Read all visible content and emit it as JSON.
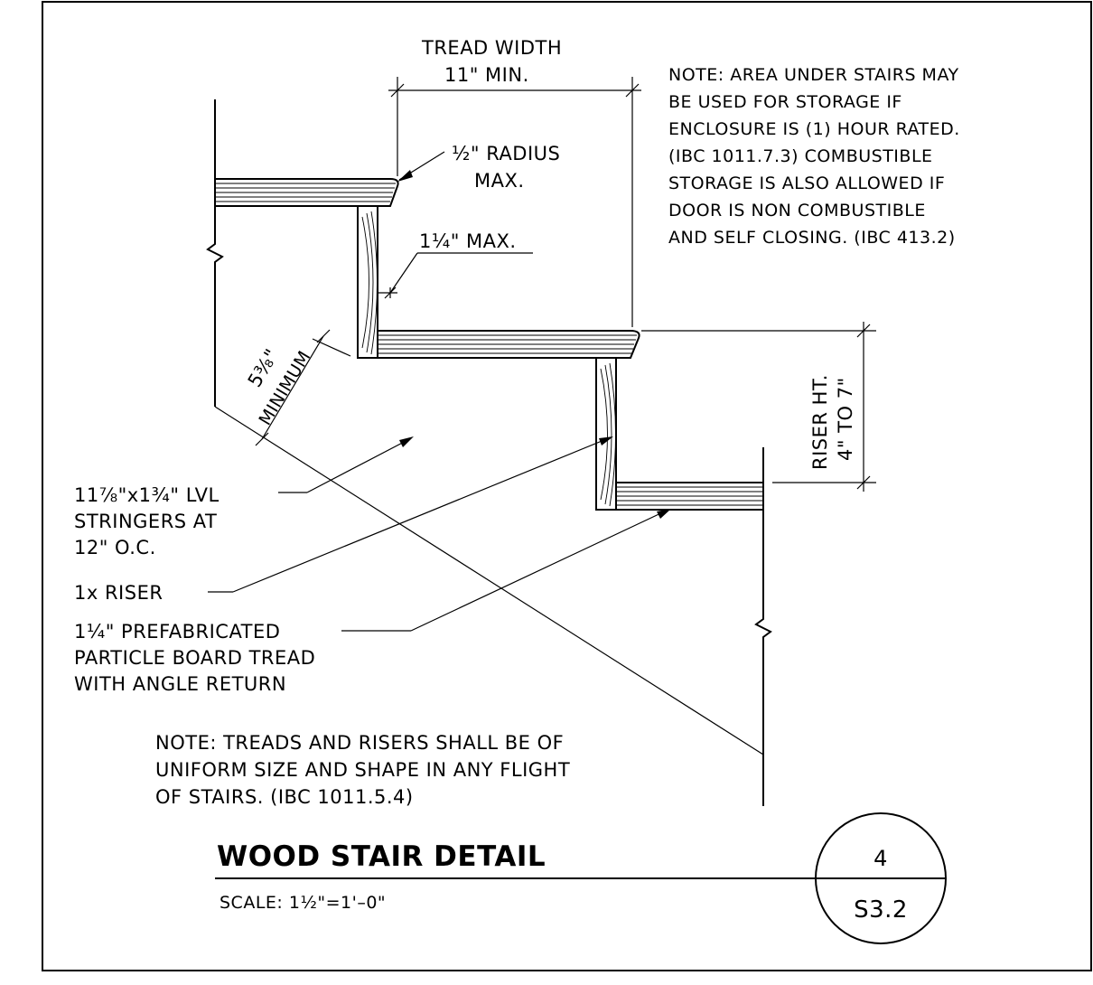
{
  "labels": {
    "tread_width_1": "TREAD WIDTH",
    "tread_width_2": "11\" MIN.",
    "radius_1": "½\" RADIUS",
    "radius_2": "MAX.",
    "nosing": "1¼\" MAX.",
    "min_dim_1": "5⅜\"",
    "min_dim_2": "MINIMUM",
    "riser_ht_1": "RISER HT.",
    "riser_ht_2": "4\" TO 7\"",
    "stringers_1": "11⅞\"x1¾\" LVL",
    "stringers_2": "STRINGERS AT",
    "stringers_3": "12\" O.C.",
    "riser": "1x RISER",
    "tread_1": "1¼\" PREFABRICATED",
    "tread_2": "PARTICLE BOARD TREAD",
    "tread_3": "WITH ANGLE RETURN"
  },
  "note_top": [
    "NOTE: AREA UNDER STAIRS MAY",
    "BE USED FOR STORAGE IF",
    "ENCLOSURE IS (1) HOUR RATED.",
    "(IBC 1011.7.3) COMBUSTIBLE",
    "STORAGE IS ALSO ALLOWED IF",
    "DOOR IS NON COMBUSTIBLE",
    "AND SELF CLOSING. (IBC 413.2)"
  ],
  "note_bottom": [
    "NOTE: TREADS AND RISERS SHALL BE OF",
    "UNIFORM SIZE AND SHAPE IN ANY FLIGHT",
    "OF STAIRS. (IBC 1011.5.4)"
  ],
  "title_block": {
    "title": "WOOD STAIR DETAIL",
    "scale": "SCALE: 1½\"=1'–0\"",
    "detail_number": "4",
    "sheet_number": "S3.2"
  }
}
